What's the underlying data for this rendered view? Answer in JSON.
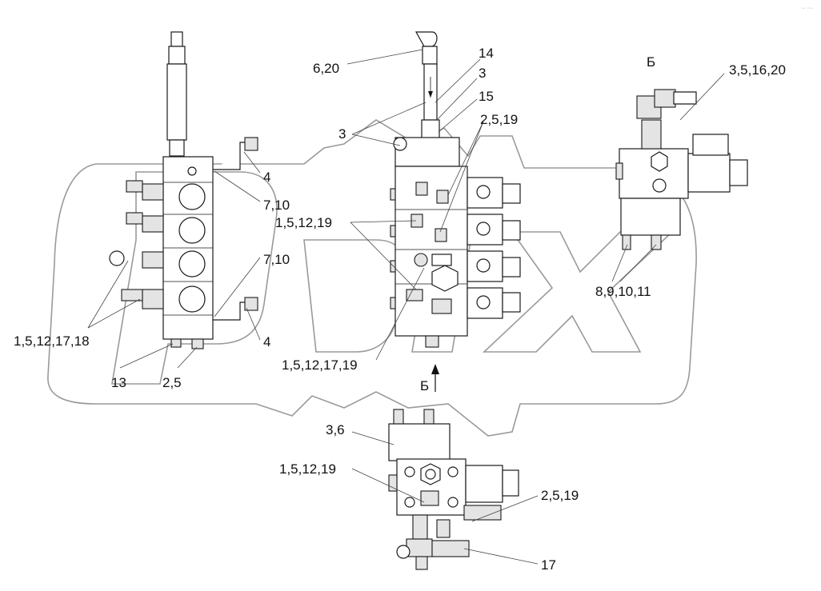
{
  "labels": {
    "l_6_20": "6,20",
    "l_14": "14",
    "l_3a": "3",
    "l_15": "15",
    "l_2_5_19a": "2,5,19",
    "l_3b": "3",
    "l_B_top": "Б",
    "l_3_5_16_20": "3,5,16,20",
    "l_4a": "4",
    "l_7_10a": "7,10",
    "l_1_5_12_19a": "1,5,12,19",
    "l_7_10b": "7,10",
    "l_8_9_10_11": "8,9,10,11",
    "l_1_5_12_17_18": "1,5,12,17,18",
    "l_4b": "4",
    "l_1_5_12_17_19": "1,5,12,17,19",
    "l_13": "13",
    "l_2_5": "2,5",
    "l_B_arrow": "Б",
    "l_3_6": "3,6",
    "l_1_5_12_19b": "1,5,12,19",
    "l_2_5_19b": "2,5,19",
    "l_17": "17"
  }
}
